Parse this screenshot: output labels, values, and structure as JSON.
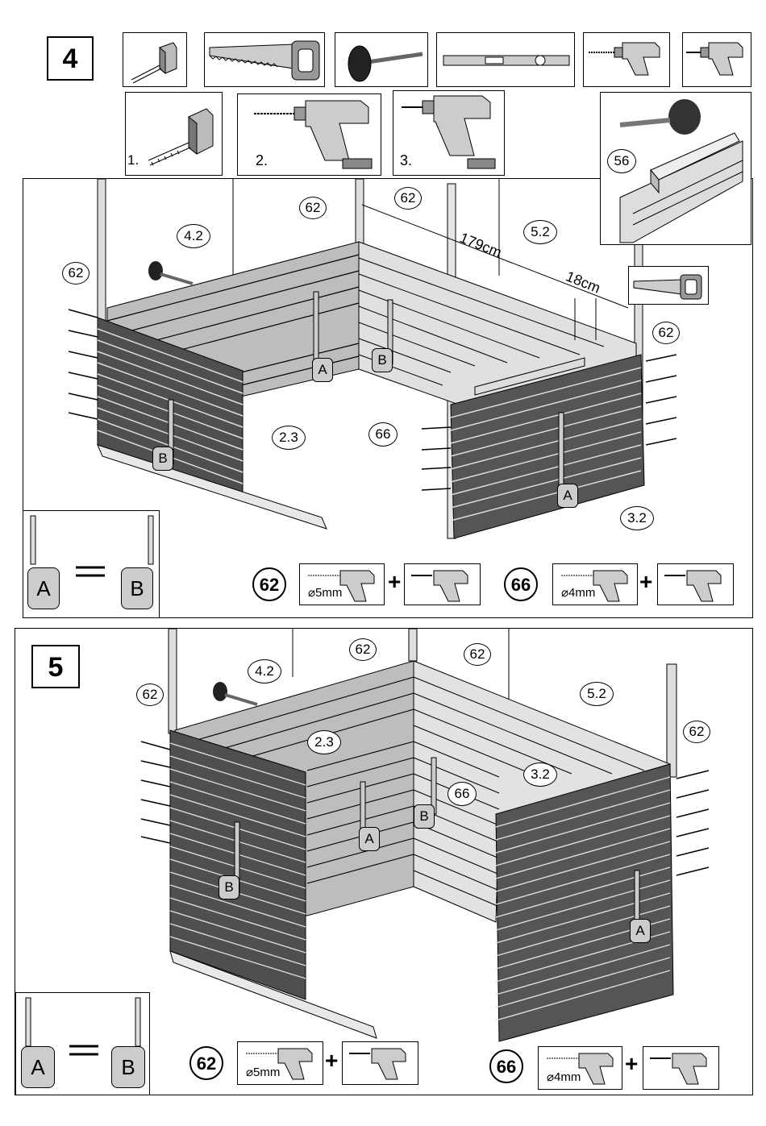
{
  "step4": {
    "step_number": "4",
    "tool_labels": [
      "1.",
      "2.",
      "3."
    ],
    "inset_part": "56",
    "callouts": {
      "c62_left": "62",
      "c62_top_a": "62",
      "c62_top_b": "62",
      "c62_right": "62",
      "c42": "4.2",
      "c52": "5.2",
      "c23": "2.3",
      "c66": "66",
      "c32": "3.2"
    },
    "dimensions": {
      "long": "179cm",
      "short": "18cm"
    },
    "marker_a": "A",
    "marker_b": "B",
    "legend": {
      "a": "A",
      "b": "B"
    },
    "drill_62": {
      "part": "62",
      "size": "⌀5mm",
      "plus": "+"
    },
    "drill_66": {
      "part": "66",
      "size": "⌀4mm",
      "plus": "+"
    }
  },
  "step5": {
    "step_number": "5",
    "callouts": {
      "c62_top_a": "62",
      "c62_top_b": "62",
      "c62_left": "62",
      "c62_right": "62",
      "c42": "4.2",
      "c52": "5.2",
      "c23": "2.3",
      "c32": "3.2",
      "c66": "66"
    },
    "marker_a": "A",
    "marker_b": "B",
    "legend": {
      "a": "A",
      "b": "B"
    },
    "drill_62": {
      "part": "62",
      "size": "⌀5mm",
      "plus": "+"
    },
    "drill_66": {
      "part": "66",
      "size": "⌀4mm",
      "plus": "+"
    }
  },
  "tool_icons": [
    "tape-measure-icon",
    "saw-icon",
    "rubber-mallet-icon",
    "spirit-level-icon",
    "drill-icon",
    "screwdriver-drill-icon"
  ],
  "colors": {
    "panel_dark": "#5a5a5a",
    "panel_light": "#d9d9d9",
    "panel_mid": "#a8a8a8",
    "line": "#000000"
  }
}
